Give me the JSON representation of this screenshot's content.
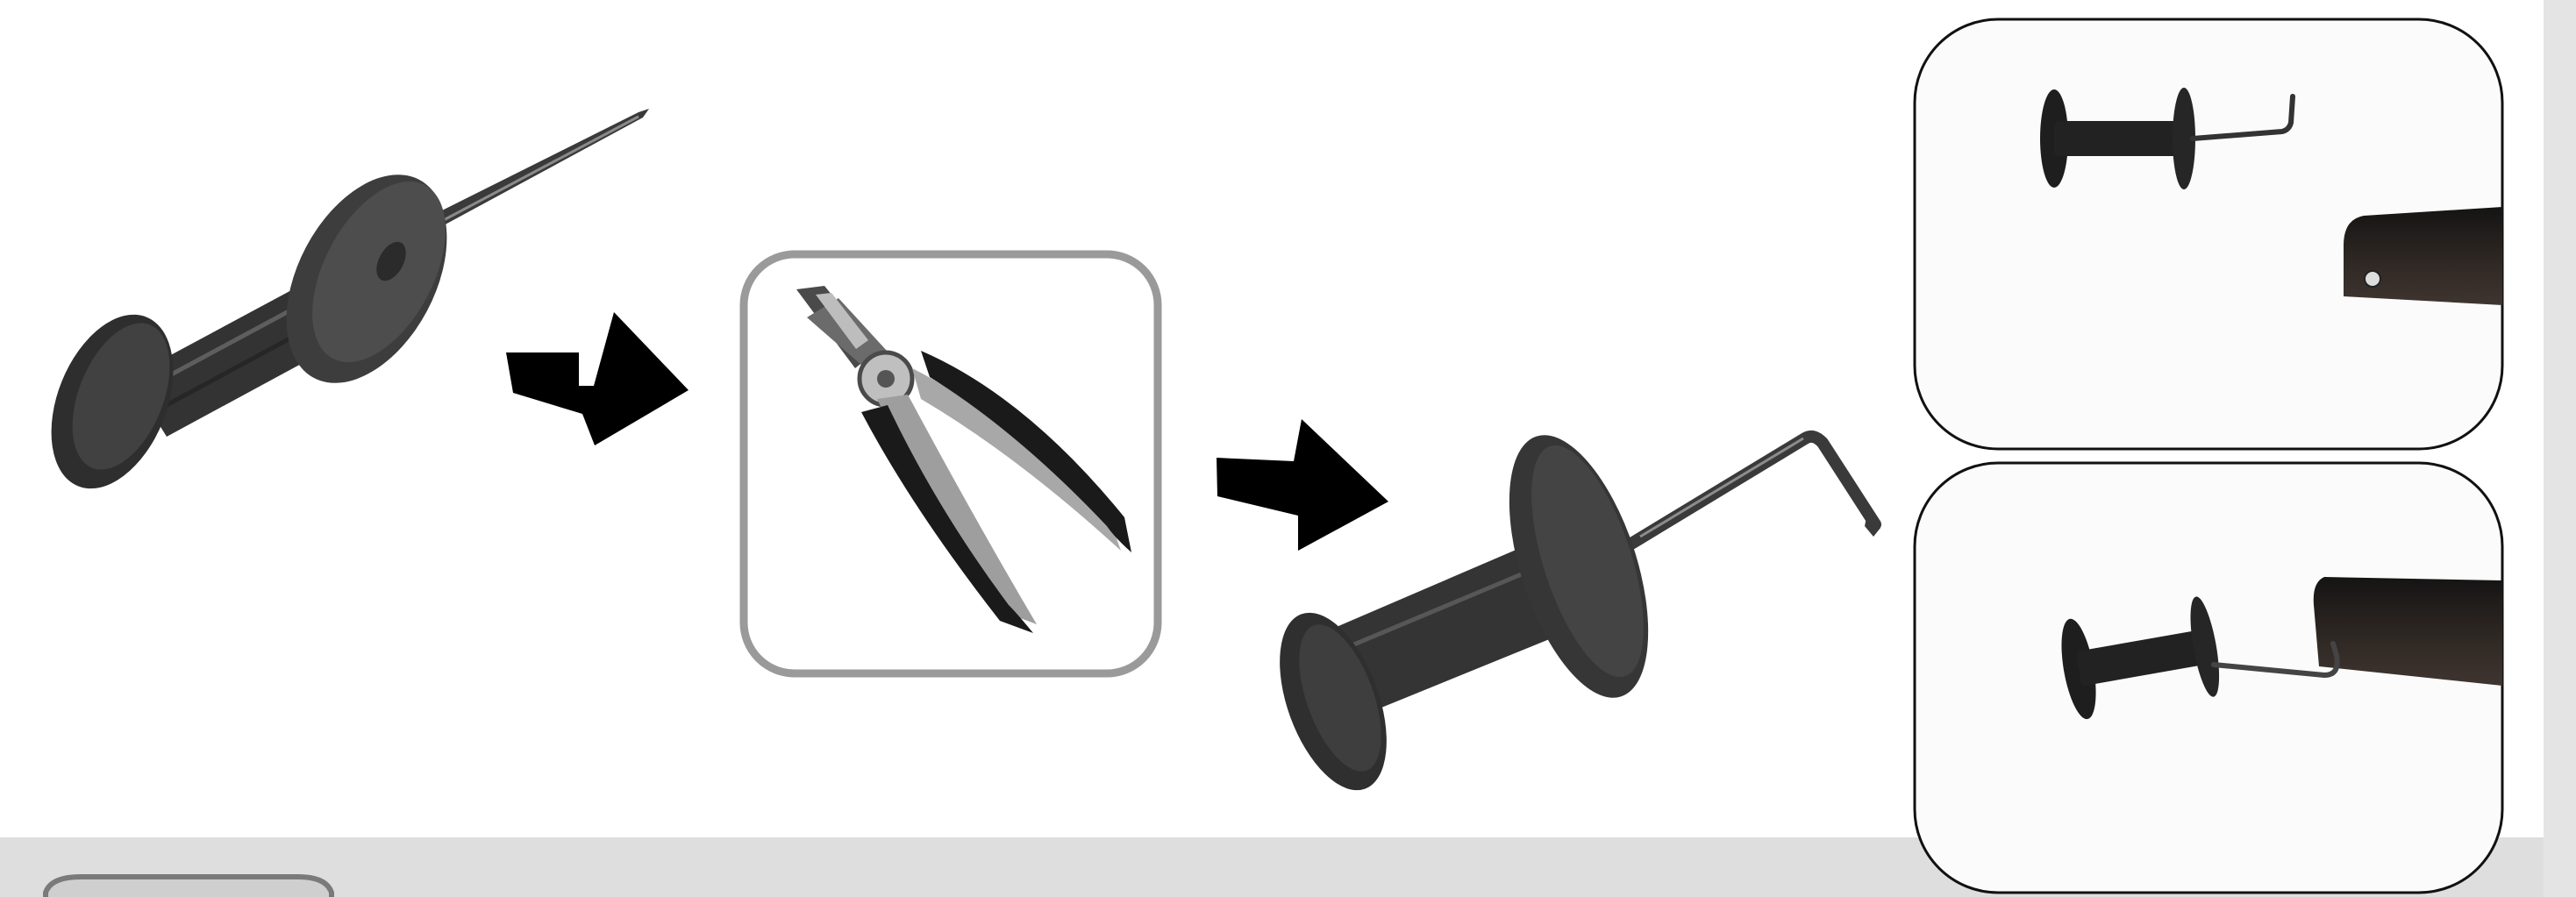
{
  "figure": {
    "steps": [
      {
        "id": "push-pin",
        "icon": "push-pin-icon"
      },
      {
        "id": "arrow-1",
        "icon": "arrow-right-icon"
      },
      {
        "id": "pliers",
        "icon": "pliers-icon"
      },
      {
        "id": "arrow-2",
        "icon": "arrow-right-icon"
      },
      {
        "id": "bent-push-pin",
        "icon": "bent-push-pin-icon"
      },
      {
        "id": "hook-panels",
        "icon": "hook-on-bar-icon"
      }
    ],
    "colors": {
      "background": "#ffffff",
      "bottom_band": "#dedede",
      "pin_dark": "#2e2e2e",
      "pin_mid": "#4a4a4a",
      "metal": "#3a3a3a",
      "frame_gray": "#9a9a9a",
      "panel_bg": "#fbfbfb",
      "bar_wood": "#3a2f2a",
      "arrow": "#000000"
    }
  }
}
